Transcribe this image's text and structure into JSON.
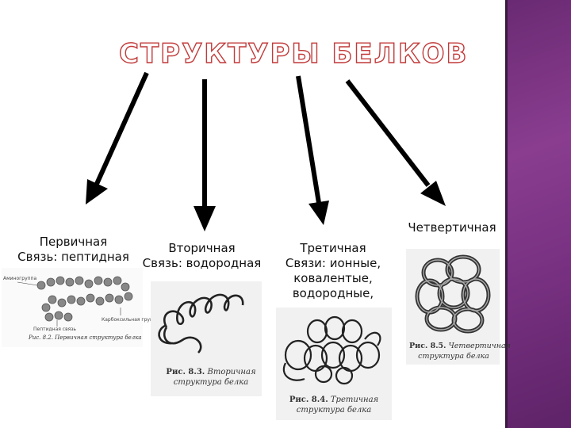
{
  "title": "СТРУКТУРЫ БЕЛКОВ",
  "levels": [
    {
      "name": "Первичная",
      "bond": "Связь: пептидная"
    },
    {
      "name": "Вторичная",
      "bond": "Связь: водородная"
    },
    {
      "name": "Третичная",
      "bond_lines": [
        "Связи: ионные,",
        "ковалентые,",
        "водородные,"
      ]
    },
    {
      "name": "Четвертичная"
    }
  ],
  "figures": {
    "primary": {
      "caption": "Рис. 8.2. Первичная структура белка",
      "labels": [
        "Аминогруппа",
        "Пептидная связь",
        "Карбоксильная группа"
      ]
    },
    "secondary": {
      "caption_num": "Рис. 8.3.",
      "caption_line1": "Вторичная",
      "caption_line2": "структура белка"
    },
    "tertiary": {
      "caption_num": "Рис. 8.4.",
      "caption_line1": "Третичная",
      "caption_line2": "структура белка"
    },
    "quaternary": {
      "caption_num": "Рис. 8.5.",
      "caption_line1": "Четвертичная",
      "caption_line2": "структура белка"
    }
  },
  "colors": {
    "side_band": "#7a3283",
    "title_outline": "#c23a3a"
  }
}
